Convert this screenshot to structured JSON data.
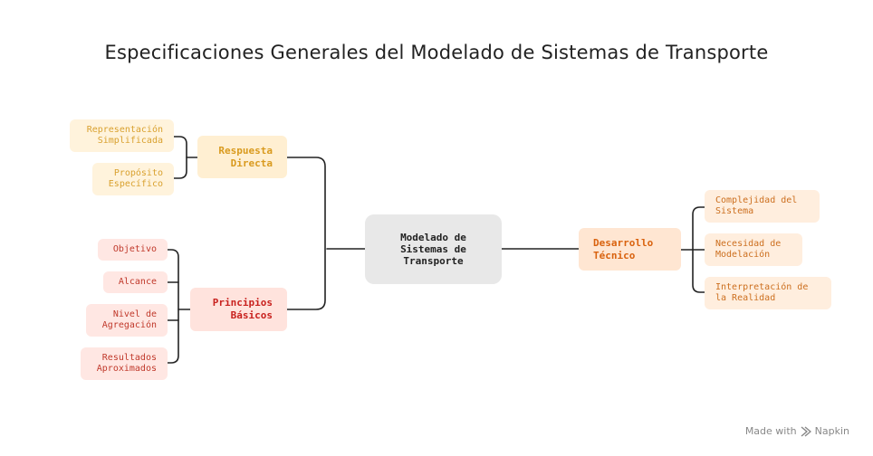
{
  "title": "Especificaciones Generales del Modelado de Sistemas de Transporte",
  "root": {
    "l1": "Modelado de",
    "l2": "Sistemas de",
    "l3": "Transporte"
  },
  "respuesta": {
    "l1": "Respuesta",
    "l2": "Directa",
    "leaves": [
      {
        "l1": "Representación",
        "l2": "Simplificada"
      },
      {
        "l1": "Propósito",
        "l2": "Específico"
      }
    ]
  },
  "principios": {
    "l1": "Principios",
    "l2": "Básicos",
    "leaves": [
      {
        "l1": "Objetivo"
      },
      {
        "l1": "Alcance"
      },
      {
        "l1": "Nivel de",
        "l2": "Agregación"
      },
      {
        "l1": "Resultados",
        "l2": "Aproximados"
      }
    ]
  },
  "desarrollo": {
    "l1": "Desarrollo",
    "l2": "Técnico",
    "leaves": [
      {
        "l1": "Complejidad del",
        "l2": "Sistema"
      },
      {
        "l1": "Necesidad de",
        "l2": "Modelación"
      },
      {
        "l1": "Interpretación de",
        "l2": "la Realidad"
      }
    ]
  },
  "footer": {
    "made_with": "Made with",
    "brand": "Napkin"
  },
  "colors": {
    "yellow": "#d99a1e",
    "red": "#c8211e",
    "orange": "#d9620e",
    "line": "#222222",
    "root_bg": "#e8e8e8"
  }
}
